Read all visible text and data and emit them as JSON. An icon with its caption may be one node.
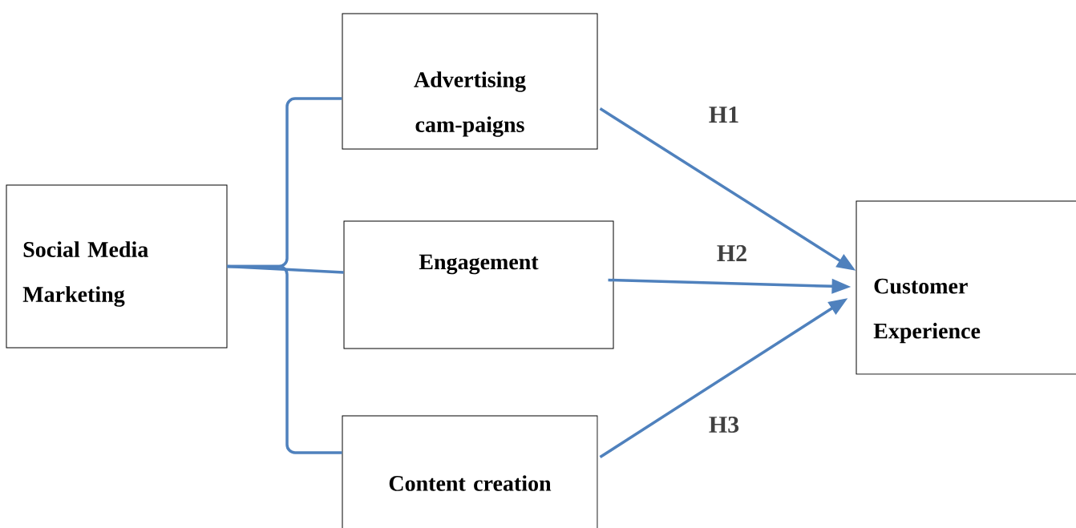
{
  "diagram": {
    "nodes": [
      {
        "text": [
          "Social Media Marketing"
        ]
      },
      {
        "text": [
          "Advertising cam-paigns"
        ]
      },
      {
        "text": [
          "Engagement"
        ]
      },
      {
        "text": [
          "Content creation"
        ]
      },
      {
        "text": [
          "Customer Experience"
        ]
      }
    ],
    "edges": [
      {
        "from": 0,
        "to": 1,
        "arrow": "none"
      },
      {
        "from": 0,
        "to": 2,
        "arrow": "none"
      },
      {
        "from": 0,
        "to": 3,
        "arrow": "none"
      },
      {
        "from": 1,
        "to": 4,
        "arrow": "to",
        "label": "H1"
      },
      {
        "from": 2,
        "to": 4,
        "arrow": "to",
        "label": "H2"
      },
      {
        "from": 3,
        "to": 4,
        "arrow": "to",
        "label": "H3"
      }
    ]
  }
}
